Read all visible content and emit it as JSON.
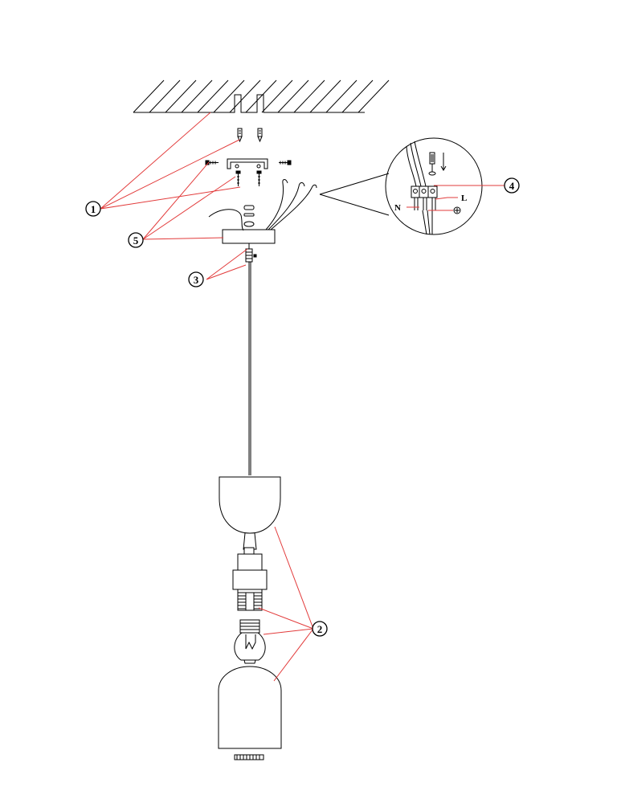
{
  "callouts": [
    {
      "id": "1",
      "label": "1"
    },
    {
      "id": "2",
      "label": "2"
    },
    {
      "id": "3",
      "label": "3"
    },
    {
      "id": "4",
      "label": "4"
    },
    {
      "id": "5",
      "label": "5"
    }
  ],
  "wiring_detail": {
    "neutral_label": "N",
    "live_label": "L"
  },
  "colors": {
    "line": "#000000",
    "leader": "#e23b3b"
  }
}
